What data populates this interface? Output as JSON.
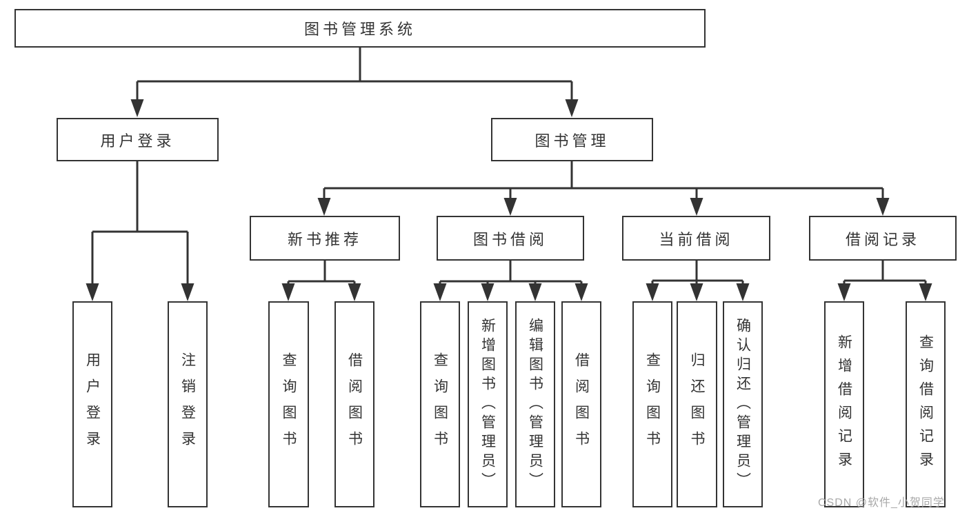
{
  "diagram": {
    "root": {
      "label": "图书管理系统"
    },
    "user_login": {
      "label": "用户登录",
      "children": {
        "login": {
          "label": "用户登录"
        },
        "logout": {
          "label": "注销登录"
        }
      }
    },
    "book_mgmt": {
      "label": "图书管理",
      "groups": {
        "new_book_rec": {
          "label": "新书推荐",
          "children": {
            "query_book": {
              "label": "查询图书"
            },
            "borrow_book": {
              "label": "借阅图书"
            }
          }
        },
        "book_borrow": {
          "label": "图书借阅",
          "children": {
            "query_book": {
              "label": "查询图书"
            },
            "add_book": {
              "label": "新增图书（管理员）"
            },
            "edit_book": {
              "label": "编辑图书（管理员）"
            },
            "borrow_book": {
              "label": "借阅图书"
            }
          }
        },
        "current_borrow": {
          "label": "当前借阅",
          "children": {
            "query_book": {
              "label": "查询图书"
            },
            "return_book": {
              "label": "归还图书"
            },
            "confirm_return": {
              "label": "确认归还（管理员）"
            }
          }
        },
        "borrow_record": {
          "label": "借阅记录",
          "children": {
            "add_record": {
              "label": "新增借阅记录"
            },
            "query_record": {
              "label": "查询借阅记录"
            }
          }
        }
      }
    }
  },
  "watermark": {
    "text": "CSDN @软件_小贺同学"
  },
  "colors": {
    "line": "#333333",
    "box_border": "#333333",
    "text": "#333333",
    "watermark": "#a8a8a8",
    "background": "#ffffff"
  }
}
